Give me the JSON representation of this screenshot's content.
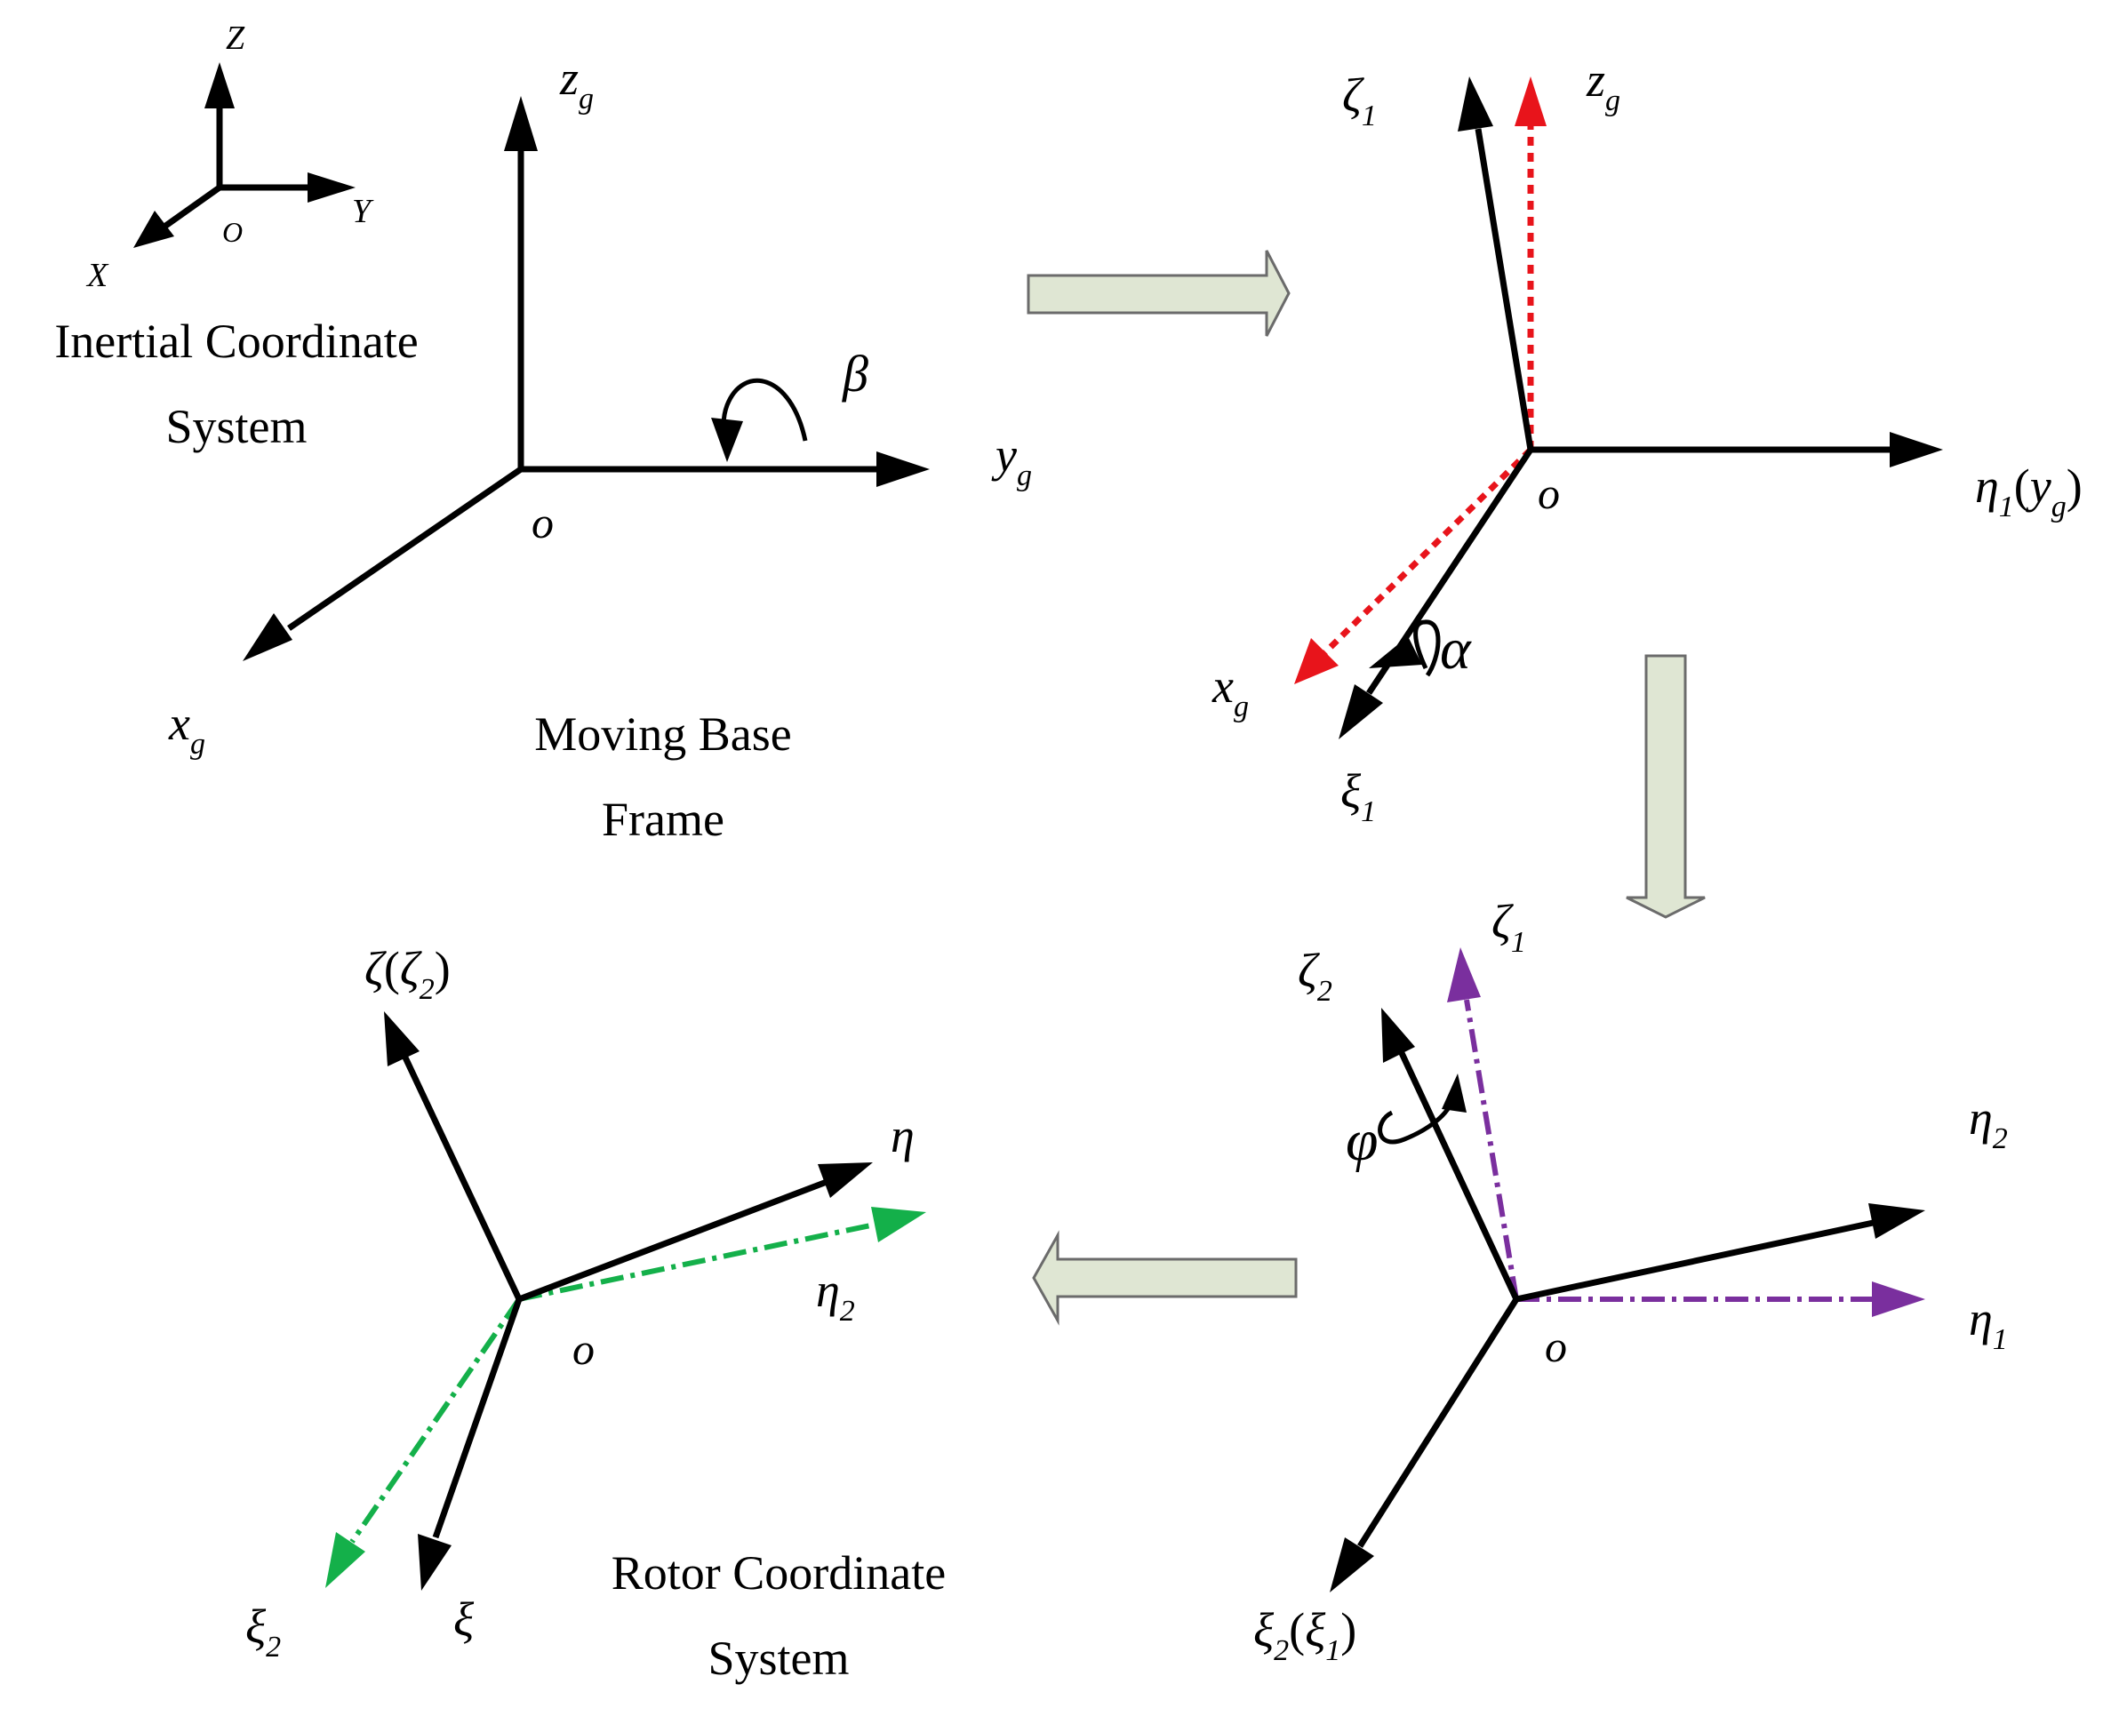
{
  "inertial": {
    "z": "Z",
    "y": "Y",
    "x": "X",
    "origin": "O",
    "caption_line1": "Inertial Coordinate",
    "caption_line2": "System"
  },
  "panel1": {
    "z": "z",
    "z_sub": "g",
    "y": "y",
    "y_sub": "g",
    "x": "x",
    "x_sub": "g",
    "origin": "o",
    "angle": "β",
    "caption_line1": "Moving Base",
    "caption_line2": "Frame"
  },
  "panel2": {
    "zeta": "ζ",
    "zeta_sub": "1",
    "zg": "z",
    "zg_sub": "g",
    "eta": "η",
    "eta_sub": "1",
    "eta_paren": "(",
    "eta_y": "y",
    "eta_y_sub": "g",
    "eta_close": ")",
    "xg": "x",
    "xg_sub": "g",
    "xi": "ξ",
    "xi_sub": "1",
    "origin": "o",
    "angle": "α"
  },
  "panel3": {
    "zeta1": "ζ",
    "zeta1_sub": "1",
    "zeta2": "ζ",
    "zeta2_sub": "2",
    "eta2": "η",
    "eta2_sub": "2",
    "eta1": "η",
    "eta1_sub": "1",
    "xi": "ξ",
    "xi_sub": "2",
    "xi_paren": "(",
    "xi_inner": "ξ",
    "xi_inner_sub": "1",
    "xi_close": ")",
    "origin": "o",
    "angle": "φ"
  },
  "panel4": {
    "zeta": "ζ",
    "zeta_paren": "(",
    "zeta_inner": "ζ",
    "zeta_inner_sub": "2",
    "zeta_close": ")",
    "eta": "η",
    "eta2": "η",
    "eta2_sub": "2",
    "xi2": "ξ",
    "xi2_sub": "2",
    "xi": "ξ",
    "origin": "o",
    "caption_line1": "Rotor Coordinate",
    "caption_line2": "System"
  },
  "colors": {
    "axis": "#000000",
    "red_dashed": "#e8141b",
    "purple_dashdot": "#7a2f9e",
    "green_dashdot": "#14b04a",
    "block_arrow_fill": "#dfe6d3",
    "block_arrow_stroke": "#6b6b6b"
  }
}
